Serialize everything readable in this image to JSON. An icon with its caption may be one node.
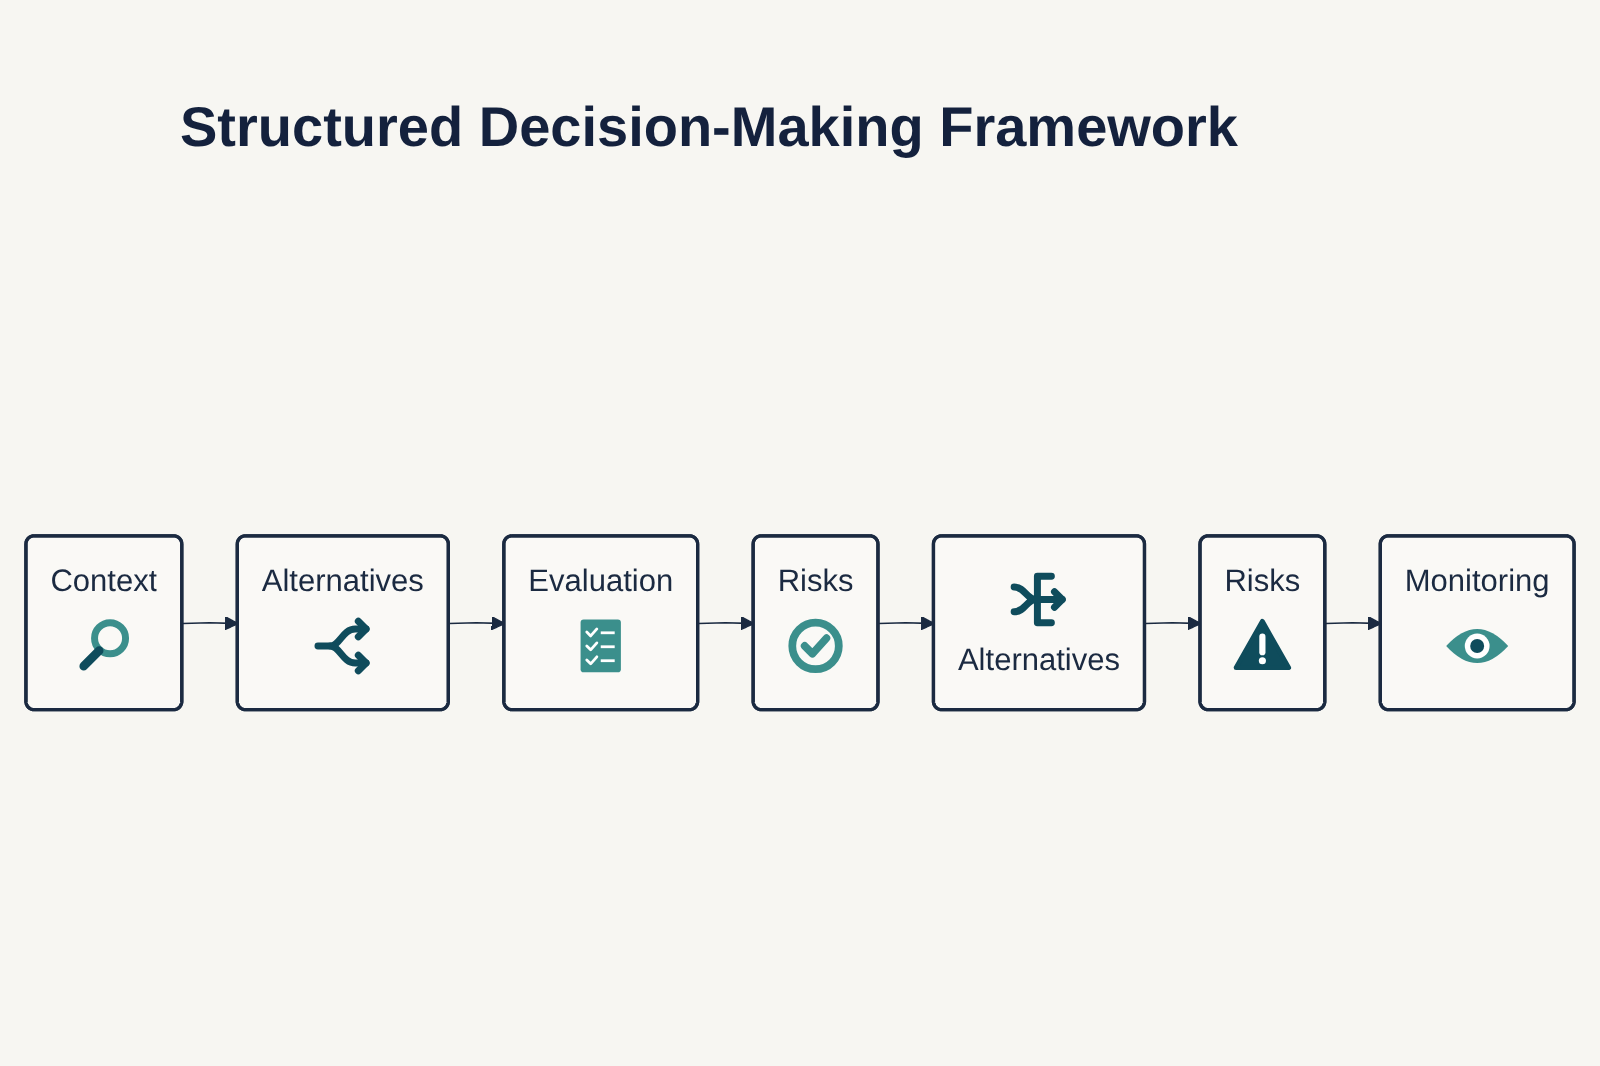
{
  "diagram": {
    "title": "Structured Decision-Making Framework",
    "nodes": [
      {
        "text": [
          "Context"
        ]
      },
      {
        "text": [
          "Alternatives"
        ]
      },
      {
        "text": [
          "Evaluation"
        ]
      },
      {
        "text": [
          "Risks"
        ]
      },
      {
        "text": [
          "Alternatives"
        ]
      },
      {
        "text": [
          "Risks"
        ]
      },
      {
        "text": [
          "Monitoring"
        ]
      }
    ],
    "edges": [
      {
        "from": 0,
        "to": 1,
        "arrow": "to"
      },
      {
        "from": 1,
        "to": 2,
        "arrow": "to"
      },
      {
        "from": 2,
        "to": 3,
        "arrow": "to"
      },
      {
        "from": 3,
        "to": 4,
        "arrow": "to"
      },
      {
        "from": 4,
        "to": 5,
        "arrow": "to"
      },
      {
        "from": 5,
        "to": 6,
        "arrow": "to"
      }
    ]
  }
}
